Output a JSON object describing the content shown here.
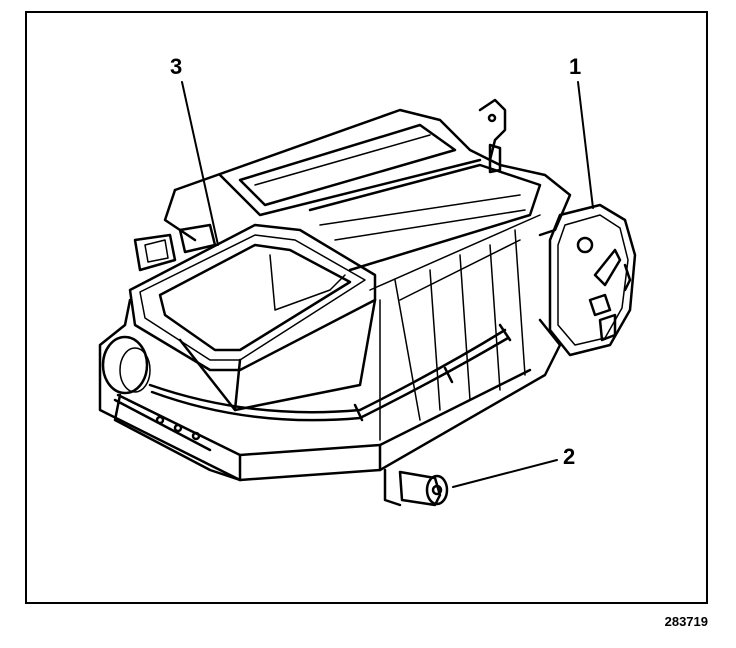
{
  "callouts": [
    {
      "label": "1"
    },
    {
      "label": "2"
    },
    {
      "label": "3"
    }
  ],
  "figure_number": "283719",
  "colors": {
    "ink": "#000000",
    "paper": "#ffffff"
  }
}
